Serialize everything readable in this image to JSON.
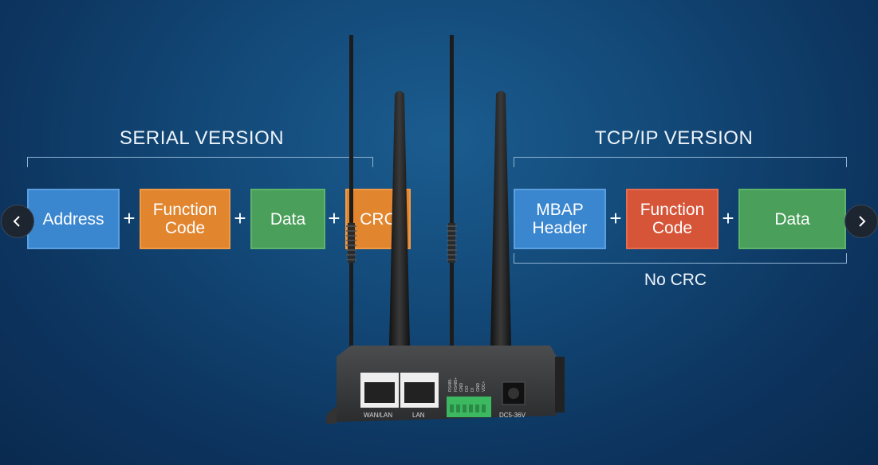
{
  "serial": {
    "title": "SERIAL VERSION",
    "boxes": [
      "Address",
      "Function\nCode",
      "Data",
      "CRC"
    ],
    "plus": "+"
  },
  "tcp": {
    "title": "TCP/IP VERSION",
    "boxes": [
      "MBAP\nHeader",
      "Function\nCode",
      "Data"
    ],
    "note": "No CRC",
    "plus": "+"
  },
  "router": {
    "port_labels": [
      "WAN/LAN",
      "LAN",
      "DC5-36V"
    ],
    "terminal_labels": [
      "RS485-",
      "RS485+",
      "GND",
      "DO",
      "DI",
      "GND",
      "VDC+"
    ]
  },
  "nav": {
    "prev_icon": "chevron-left-icon",
    "next_icon": "chevron-right-icon"
  },
  "colors": {
    "blue_box": "#3a86cf",
    "orange_box": "#e2852f",
    "green_box": "#4aa05a",
    "red_box": "#d65438",
    "background": "#134a79"
  }
}
